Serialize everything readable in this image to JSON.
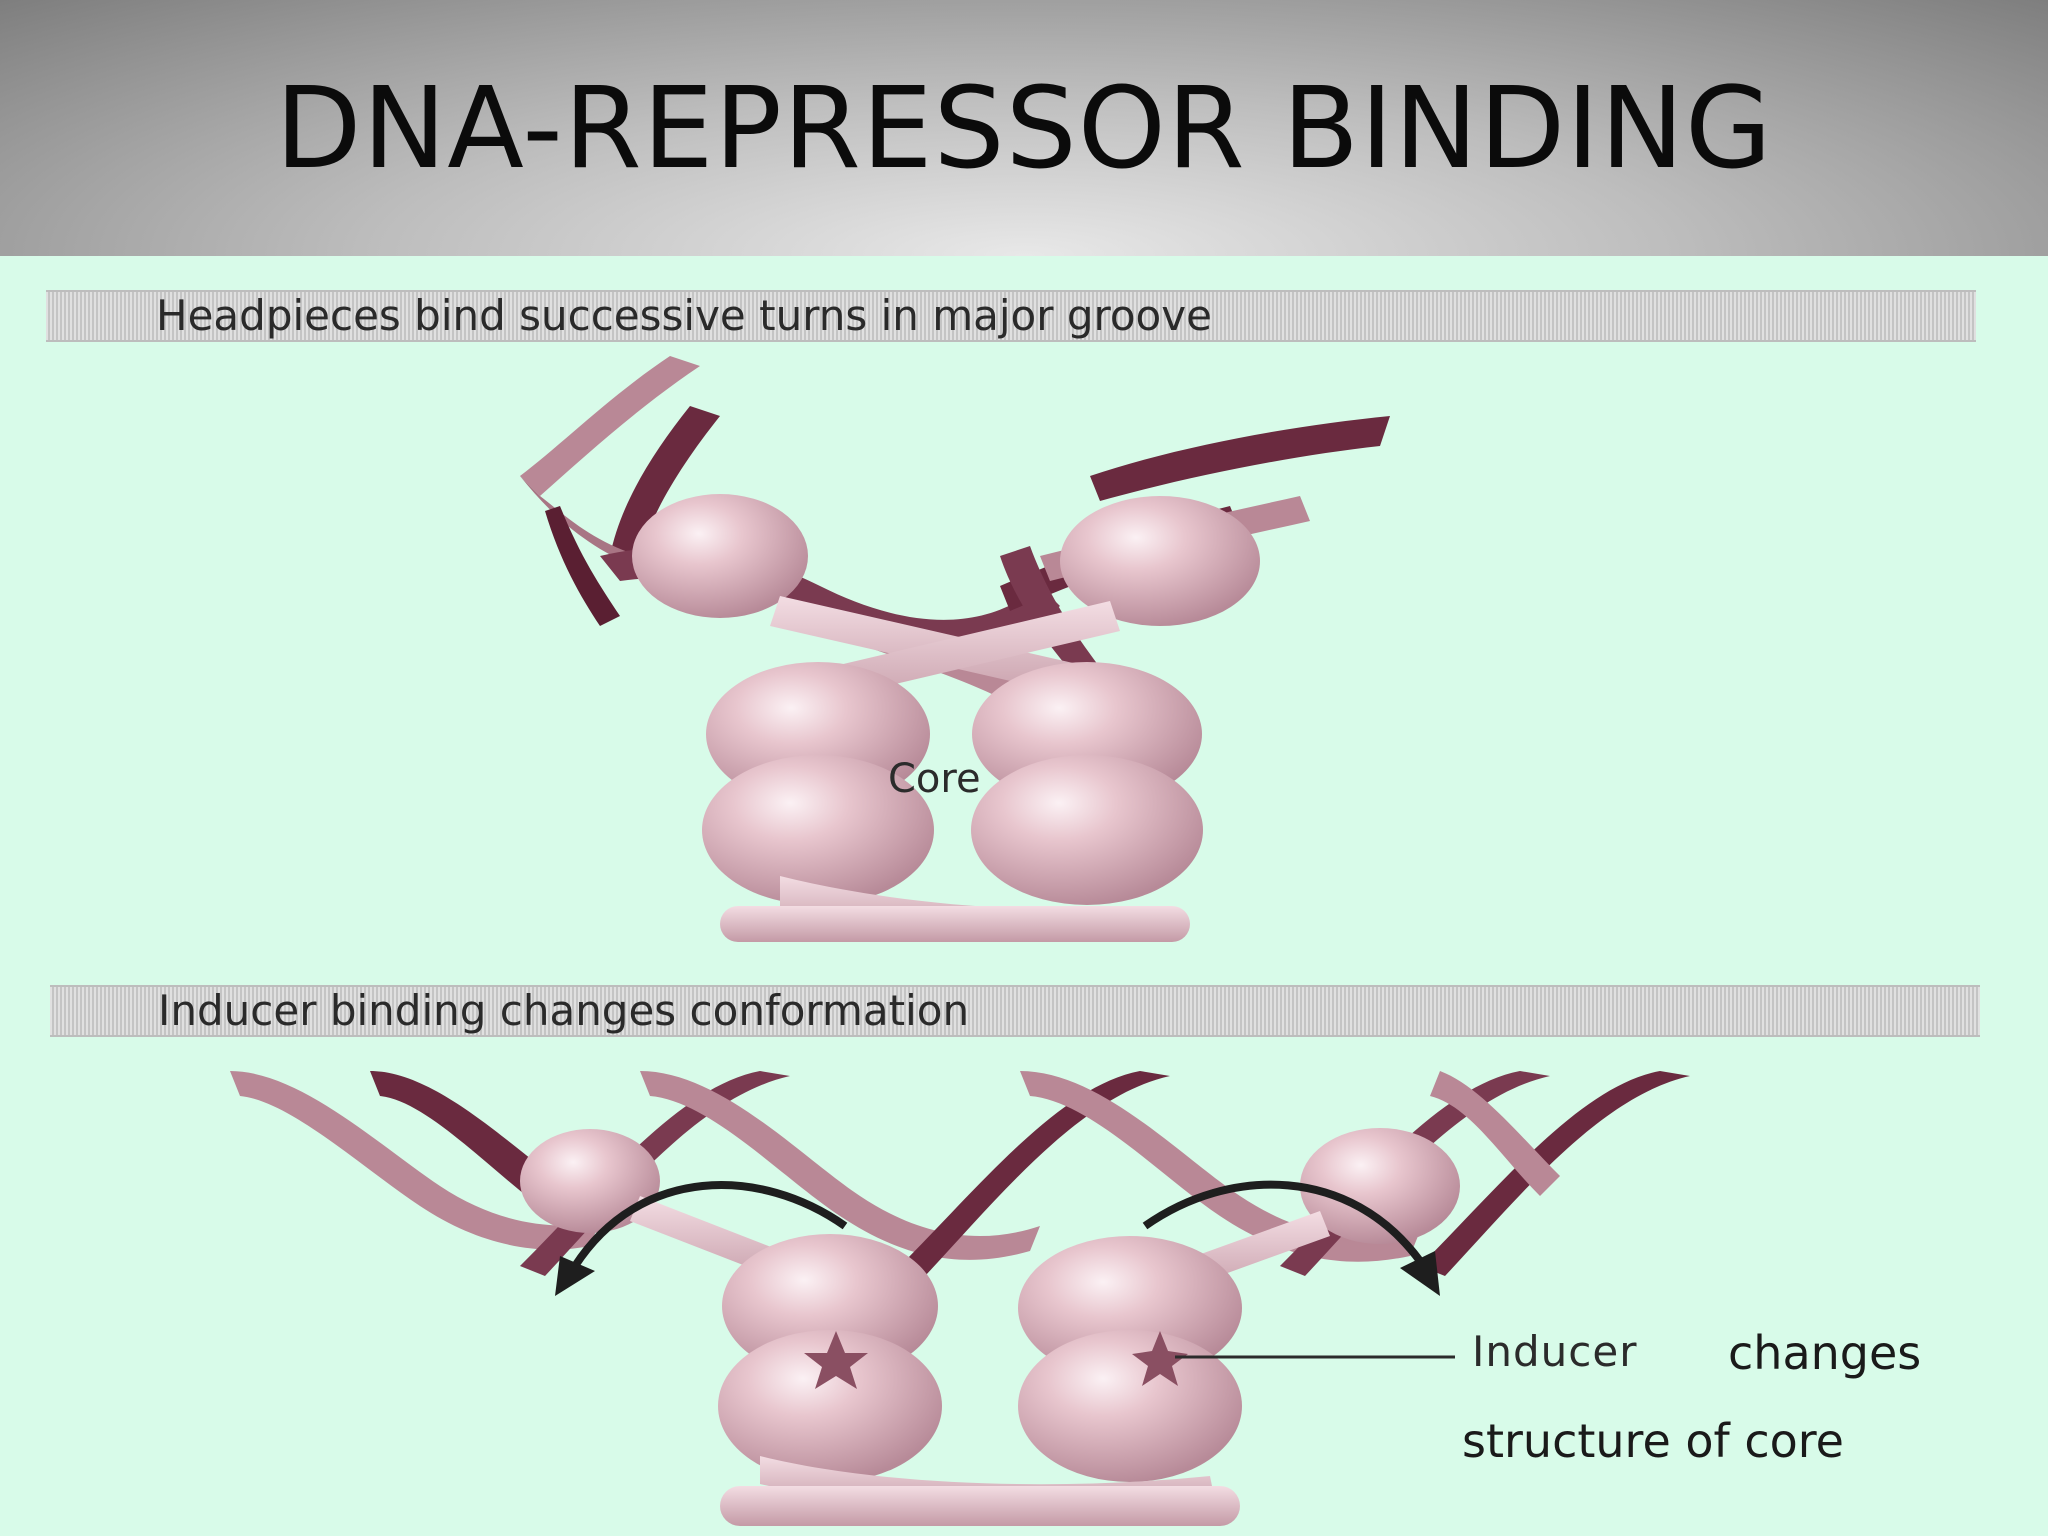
{
  "slide": {
    "title": "DNA-REPRESSOR BINDING"
  },
  "figure": {
    "top_caption": "Headpieces bind successive turns in major groove",
    "bottom_caption": "Inducer binding changes conformation",
    "core_label": "Core",
    "inducer_label_part1": "Inducer",
    "inducer_label_part2": "changes",
    "inducer_label_part3": "structure of core"
  },
  "colors": {
    "background": "#d8fbe9",
    "protein": "#e3bfc7",
    "dna_dark": "#6a2a3f",
    "dna_light": "#b98896"
  },
  "icons": [
    "dna-helix-icon",
    "protein-sphere-icon",
    "curved-arrow-icon",
    "star-inducer-icon"
  ]
}
